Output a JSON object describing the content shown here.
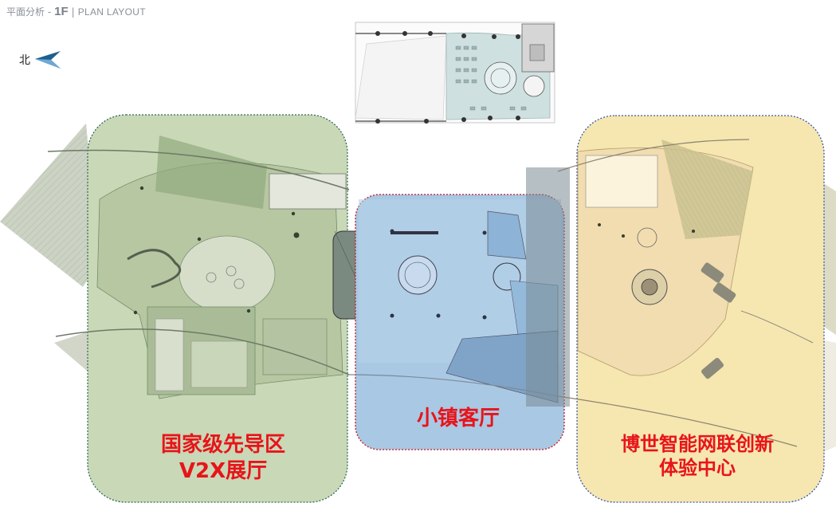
{
  "header": {
    "cn": "平面分析 -",
    "floor": "1F",
    "sep": "|",
    "en": "PLAN LAYOUT"
  },
  "compass": {
    "label": "北",
    "icon": "north-arrow-icon",
    "color": "#1e5f8f"
  },
  "zones": [
    {
      "id": "left",
      "line1": "国家级先导区",
      "line2": "V2X展厅",
      "fill": "#c9d8b6",
      "stroke": "#2f6b58"
    },
    {
      "id": "middle",
      "line1": "小镇客厅",
      "line2": "",
      "fill": "#a9c8e4",
      "stroke": "#c4161c"
    },
    {
      "id": "right",
      "line1": "博世智能网联创新",
      "line2": "体验中心",
      "fill": "#f6e6b0",
      "stroke": "#3a5aa8"
    }
  ],
  "accent_color": "#e8141a"
}
